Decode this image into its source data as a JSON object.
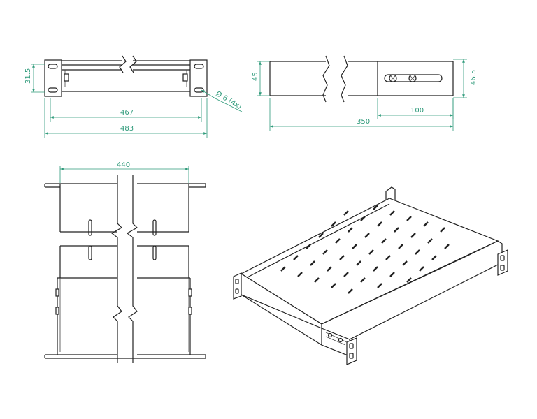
{
  "colors": {
    "line": "#222222",
    "dimension": "#2e9a7a",
    "background": "#ffffff"
  },
  "front_view": {
    "height_label": "31.5",
    "width_inner_label": "467",
    "width_outer_label": "483",
    "hole_label": "Ø 6 (4x)"
  },
  "side_view": {
    "height_left_label": "45",
    "height_right_label": "46.5",
    "slide_label": "100",
    "depth_label": "350"
  },
  "top_view": {
    "width_label": "440"
  }
}
